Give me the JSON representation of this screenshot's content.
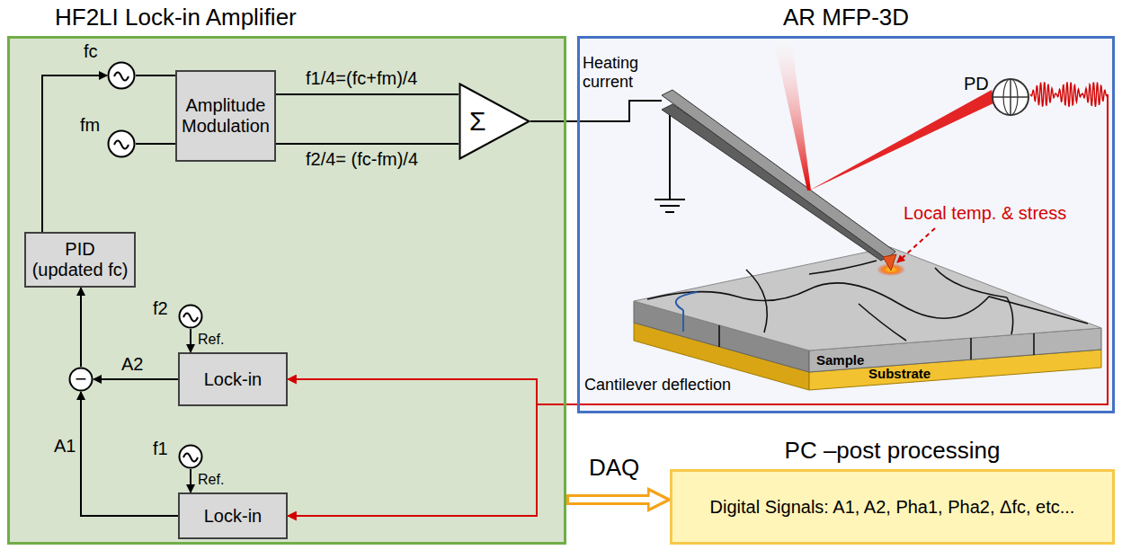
{
  "diagram": {
    "nodes": [
      {
        "text": [
          "HF2LI Lock-in Amplifier"
        ]
      },
      {
        "text": [
          "fc"
        ],
        "in": 0
      },
      {
        "text": [
          "fm"
        ],
        "in": 0
      },
      {
        "text": [
          "Amplitude Modulation"
        ],
        "in": 0
      },
      {
        "text": [
          "Σ"
        ],
        "in": 0
      },
      {
        "text": [
          "PID (updated fc)"
        ],
        "in": 0
      },
      {
        "text": [
          "f2"
        ],
        "in": 0
      },
      {
        "text": [
          "Lock-in"
        ],
        "in": 0
      },
      {
        "text": [
          "−"
        ],
        "in": 0
      },
      {
        "text": [
          "f1"
        ],
        "in": 0
      },
      {
        "text": [
          "Lock-in"
        ],
        "in": 0
      },
      {
        "text": [
          "AR MFP-3D"
        ]
      },
      {
        "text": [
          "PC –post processing",
          "Digital Signals: A1, A2, Pha1, Pha2, Δfc, etc..."
        ]
      }
    ],
    "edges": [
      {
        "from": 1,
        "to": 3,
        "arrow": "none"
      },
      {
        "from": 2,
        "to": 3,
        "arrow": "none"
      },
      {
        "from": 3,
        "to": 4,
        "arrow": "none",
        "label": "f1/4=(fc+fm)/4"
      },
      {
        "from": 3,
        "to": 4,
        "arrow": "none",
        "label": "f2/4= (fc-fm)/4"
      },
      {
        "from": 4,
        "to": 11,
        "arrow": "none",
        "label": "Heating current"
      },
      {
        "from": 5,
        "to": 1,
        "arrow": "to"
      },
      {
        "from": 6,
        "to": 7,
        "arrow": "to",
        "label": "Ref."
      },
      {
        "from": 7,
        "to": 8,
        "arrow": "to",
        "label": "A2"
      },
      {
        "from": 8,
        "to": 5,
        "arrow": "to"
      },
      {
        "from": 9,
        "to": 10,
        "arrow": "to",
        "label": "Ref."
      },
      {
        "from": 10,
        "to": 8,
        "arrow": "to",
        "label": "A1"
      },
      {
        "from": 11,
        "to": 7,
        "arrow": "to",
        "label": "Cantilever deflection"
      },
      {
        "from": 11,
        "to": 10,
        "arrow": "to"
      },
      {
        "from": 0,
        "to": 12,
        "arrow": "to",
        "label": "DAQ"
      }
    ],
    "labels": [
      "PD",
      "Local temp. & stress",
      "Sample",
      "Substrate"
    ]
  }
}
